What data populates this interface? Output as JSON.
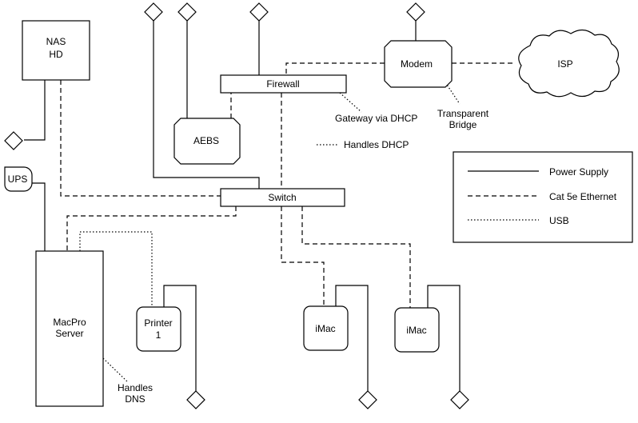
{
  "nodes": {
    "nas": [
      "NAS",
      "HD"
    ],
    "ups": "UPS",
    "firewall": "Firewall",
    "modem": "Modem",
    "isp": "ISP",
    "aebs": "AEBS",
    "switch": "Switch",
    "macpro": [
      "MacPro",
      "Server"
    ],
    "printer": [
      "Printer",
      "1"
    ],
    "imac1": "iMac",
    "imac2": "iMac"
  },
  "annotations": {
    "gateway": "Gateway via DHCP",
    "handles_dhcp": "Handles DHCP",
    "bridge": [
      "Transparent",
      "Bridge"
    ],
    "handles_dns": [
      "Handles",
      "DNS"
    ]
  },
  "legend": {
    "power": "Power Supply",
    "ethernet": "Cat 5e Ethernet",
    "usb": "USB"
  }
}
